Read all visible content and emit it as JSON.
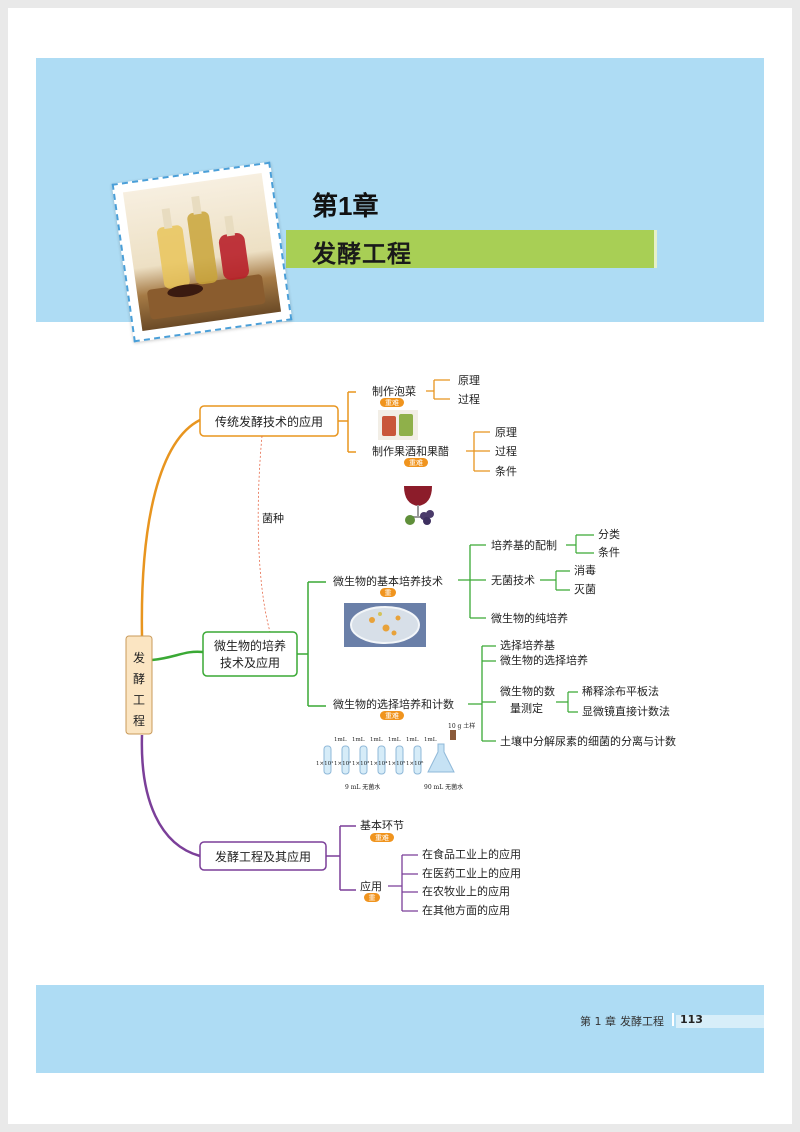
{
  "header": {
    "chapter": "第1章",
    "title": "发酵工程"
  },
  "mindmap": {
    "root": "发酵工程",
    "branch1": {
      "label": "传统发酵技术的应用",
      "sub1": {
        "label": "制作泡菜",
        "badge": "重难",
        "children": [
          "原理",
          "过程"
        ]
      },
      "sub2": {
        "label": "制作果酒和果醋",
        "badge": "重难",
        "children": [
          "原理",
          "过程",
          "条件"
        ]
      }
    },
    "link_label": "菌种",
    "branch2": {
      "label_line1": "微生物的培养",
      "label_line2": "技术及应用",
      "sub1": {
        "label": "微生物的基本培养技术",
        "badge": "重",
        "items": [
          {
            "label": "培养基的配制",
            "children": [
              "分类",
              "条件"
            ]
          },
          {
            "label": "无菌技术",
            "children": [
              "消毒",
              "灭菌"
            ]
          },
          {
            "label": "微生物的纯培养"
          }
        ]
      },
      "sub2": {
        "label": "微生物的选择培养和计数",
        "badge": "重难",
        "items": [
          {
            "label": "选择培养基"
          },
          {
            "label": "微生物的选择培养"
          },
          {
            "label_line1": "微生物的数",
            "label_line2": "量测定",
            "children": [
              "稀释涂布平板法",
              "显微镜直接计数法"
            ]
          },
          {
            "label": "土壤中分解尿素的细菌的分离与计数"
          }
        ]
      },
      "dilution": {
        "volumes": [
          "1mL",
          "1mL",
          "1mL",
          "1mL",
          "1mL",
          "1mL"
        ],
        "tubes": [
          "1×10¹",
          "1×10²",
          "1×10³",
          "1×10⁴",
          "1×10⁵",
          "1×10⁶"
        ],
        "tube_label": "9 mL 无菌水",
        "flask_label": "90 mL 无菌水",
        "sample_label": "10 g 土样"
      }
    },
    "branch3": {
      "label": "发酵工程及其应用",
      "sub1": {
        "label": "基本环节",
        "badge": "重难"
      },
      "sub2": {
        "label": "应用",
        "badge": "重",
        "children": [
          "在食品工业上的应用",
          "在医药工业上的应用",
          "在农牧业上的应用",
          "在其他方面的应用"
        ]
      }
    }
  },
  "footer": {
    "chapter": "第 1 章",
    "title": "发酵工程",
    "page": "113"
  },
  "colors": {
    "band": "#aedcf4",
    "title_bar": "#a8cf55",
    "branch1": "#e8951f",
    "branch2": "#3aa935",
    "branch3": "#7b3f99",
    "badge": "#f0941e"
  }
}
